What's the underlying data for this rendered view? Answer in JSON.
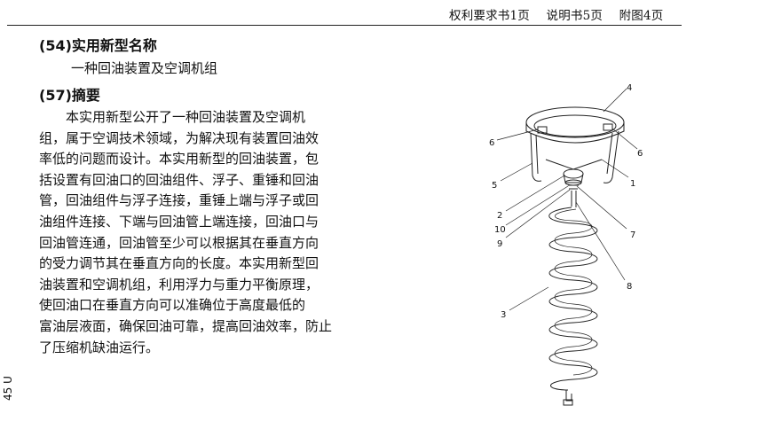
{
  "header": {
    "claims": "权利要求书1页",
    "description": "说明书5页",
    "drawings": "附图4页"
  },
  "sections": {
    "utility_model_name_heading": "(54)实用新型名称",
    "utility_model_name": "一种回油装置及空调机组",
    "abstract_heading": "(57)摘要"
  },
  "abstract_lines": [
    "　　本实用新型公开了一种回油装置及空调机",
    "组，属于空调技术领域，为解决现有装置回油效",
    "率低的问题而设计。本实用新型的回油装置，包",
    "括设置有回油口的回油组件、浮子、重锤和回油",
    "管，回油组件与浮子连接，重锤上端与浮子或回",
    "油组件连接、下端与回油管上端连接，回油口与",
    "回油管连通，回油管至少可以根据其在垂直方向",
    "的受力调节其在垂直方向的长度。本实用新型回",
    "油装置和空调机组，利用浮力与重力平衡原理，",
    "使回油口在垂直方向可以准确位于高度最低的",
    "富油层液面，确保回油可靠，提高回油效率，防止",
    "了压缩机缺油运行。"
  ],
  "side_code": "45 U",
  "figure_labels": {
    "l4": "4",
    "l6a": "6",
    "l6b": "6",
    "l1": "1",
    "l5": "5",
    "l2": "2",
    "l10": "10",
    "l7": "7",
    "l9": "9",
    "l8": "8",
    "l3": "3"
  }
}
